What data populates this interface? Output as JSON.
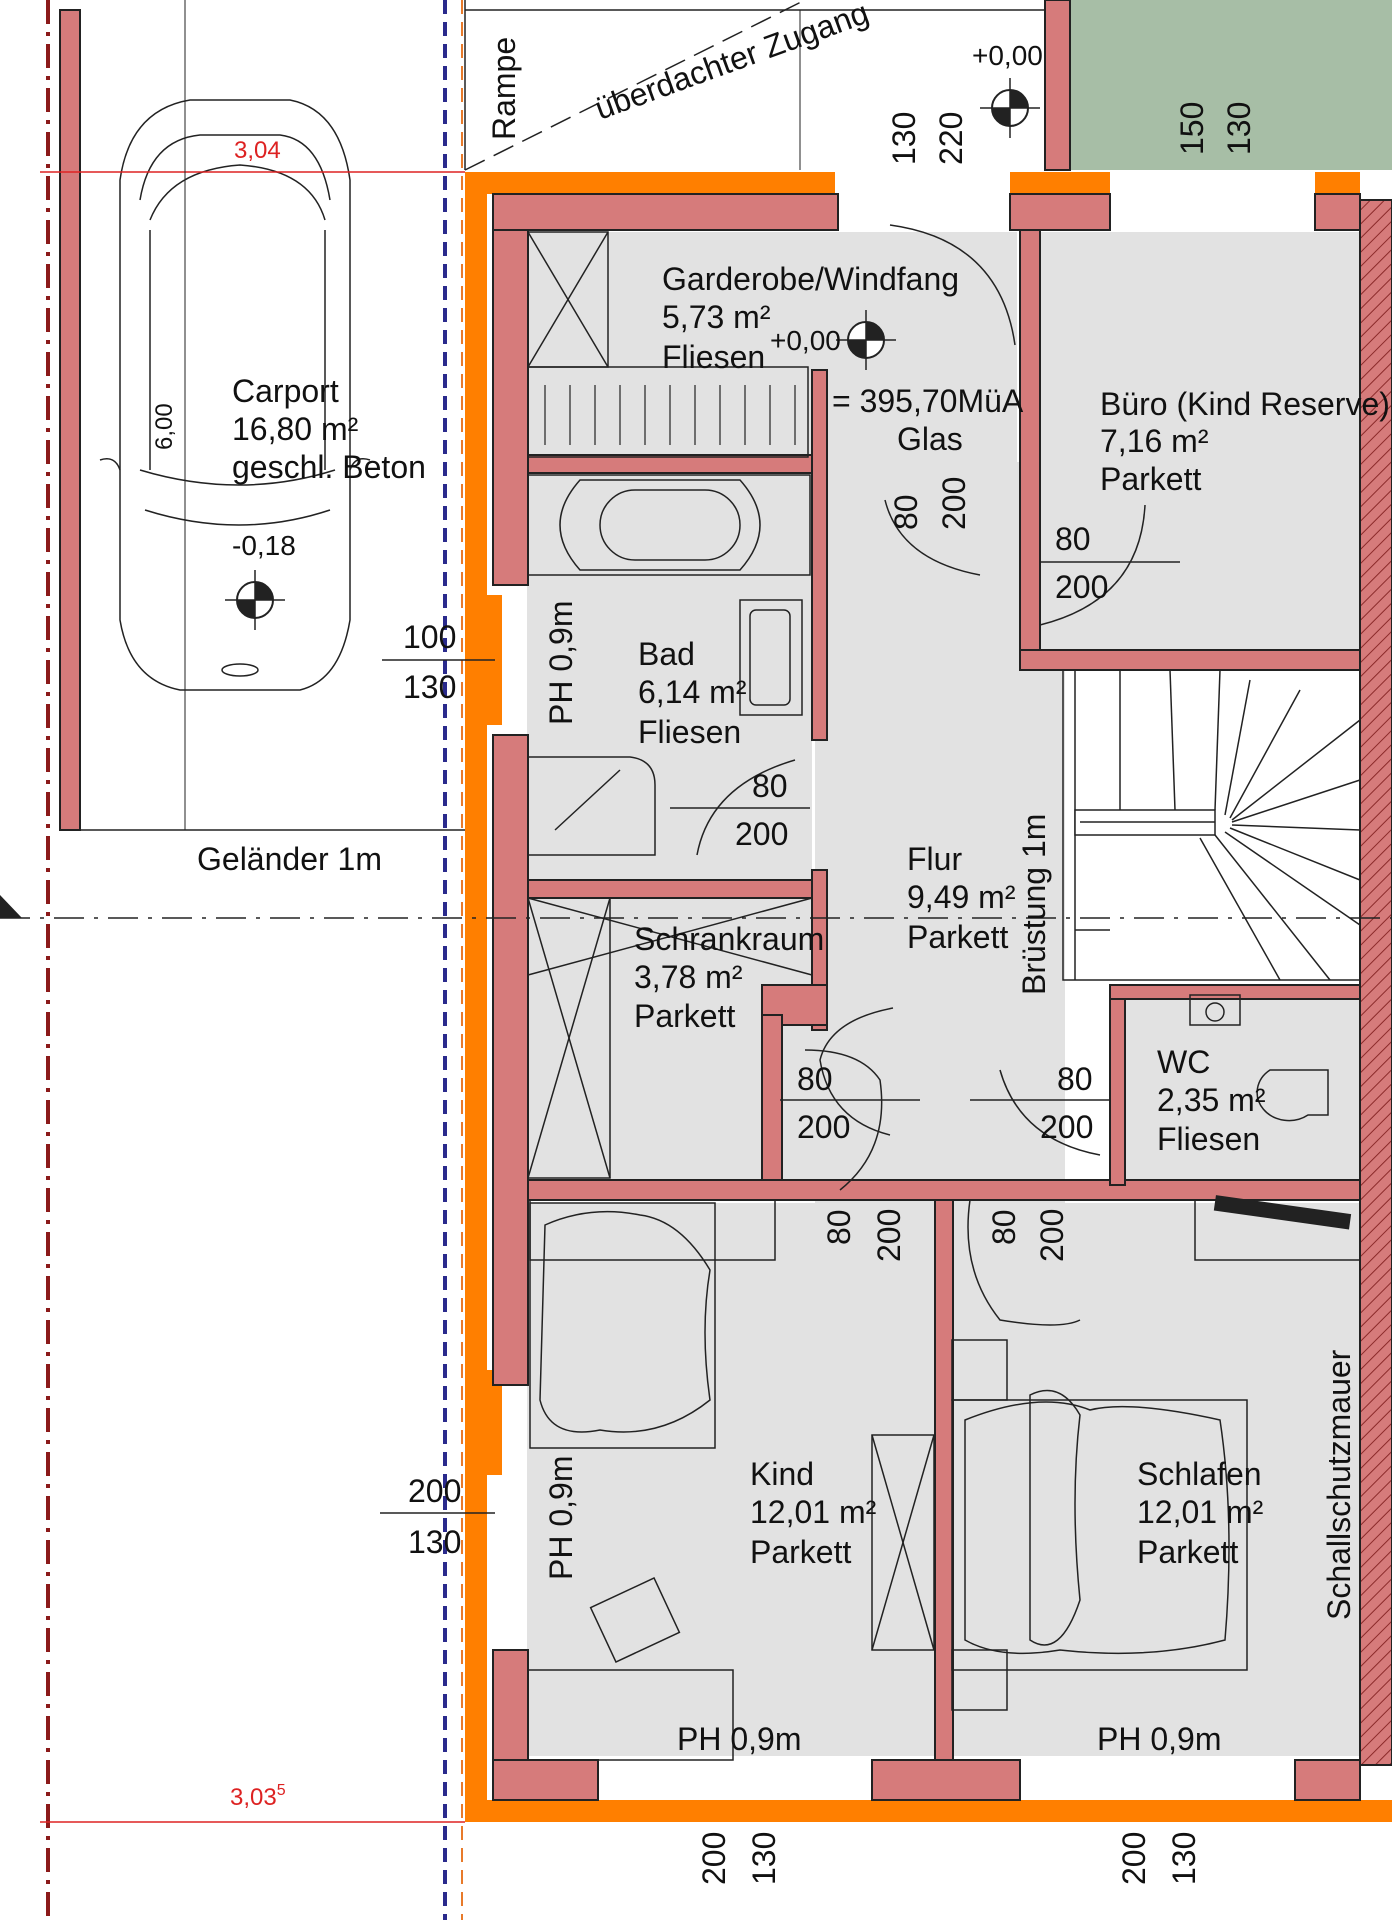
{
  "rooms": {
    "carport": {
      "name": "Carport",
      "area": "16,80 m²",
      "floor": "geschl. Beton"
    },
    "garderobe": {
      "name": "Garderobe/Windfang",
      "area": "5,73 m²",
      "floor": "Fliesen"
    },
    "buero": {
      "name": "Büro (Kind Reserve)",
      "area": "7,16 m²",
      "floor": "Parkett"
    },
    "bad": {
      "name": "Bad",
      "area": "6,14 m²",
      "floor": "Fliesen"
    },
    "flur": {
      "name": "Flur",
      "area": "9,49 m²",
      "floor": "Parkett"
    },
    "schrankraum": {
      "name": "Schrankraum",
      "area": "3,78 m²",
      "floor": "Parkett"
    },
    "wc": {
      "name": "WC",
      "area": "2,35 m²",
      "floor": "Fliesen"
    },
    "kind": {
      "name": "Kind",
      "area": "12,01 m²",
      "floor": "Parkett"
    },
    "schlafen": {
      "name": "Schlafen",
      "area": "12,01 m²",
      "floor": "Parkett"
    }
  },
  "labels": {
    "rampe": "Rampe",
    "zugang": "überdachter Zugang",
    "gelaender": "Geländer 1m",
    "bruestung": "Brüstung 1m",
    "schallschutz": "Schallschutzmauer",
    "glas_level": "= 395,70MüA",
    "glas": "Glas",
    "ph": "PH 0,9m"
  },
  "levels": {
    "entrance": "+0,00",
    "garderobe": "+0,00",
    "carport": "-0,18"
  },
  "dimensions": {
    "carport_width": "3,04",
    "carport_length": "6,00",
    "bottom_width": "3,03",
    "bottom_width_sup": "5",
    "door_w": "80",
    "door_h": "200",
    "win_top_a": "130",
    "win_top_b": "220",
    "win_top_c": "150",
    "win_top_d": "130",
    "win_bad_a": "100",
    "win_bad_b": "130",
    "win_kind_a": "200",
    "win_kind_b": "130",
    "win_bottom_a": "200",
    "win_bottom_b": "130"
  },
  "colors": {
    "wall": "#d67b7b",
    "insulation": "#ff7f00",
    "floor": "#e2e2e2",
    "green": "#a7bea6",
    "axis": "#8b1a1a",
    "blue_line": "#2a2a8c"
  }
}
